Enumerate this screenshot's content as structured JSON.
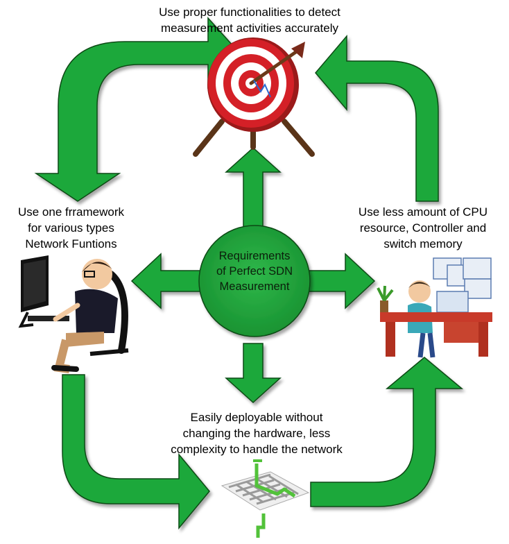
{
  "diagram": {
    "center": {
      "line1": "Requirements",
      "line2": "of Perfect SDN",
      "line3": "Measurement"
    },
    "top": {
      "line1": "Use proper functionalities to detect",
      "line2": "measurement activities accurately",
      "icon": "target-icon"
    },
    "left": {
      "line1": "Use one frramework",
      "line2": "for various types",
      "line3": "Network Funtions",
      "icon": "person-at-computer-icon"
    },
    "right": {
      "line1": "Use less amount of CPU",
      "line2": "resource, Controller and",
      "line3": "switch memory",
      "icon": "office-worker-icon"
    },
    "bottom": {
      "line1": "Easily deployable without",
      "line2": "changing the hardware, less",
      "line3": "complexity to handle the network",
      "icon": "maze-icon"
    },
    "colors": {
      "arrow_fill": "#1fa83a",
      "arrow_stroke": "#0a4a12",
      "target_red": "#d42027",
      "maze_path": "#52c23a"
    }
  }
}
